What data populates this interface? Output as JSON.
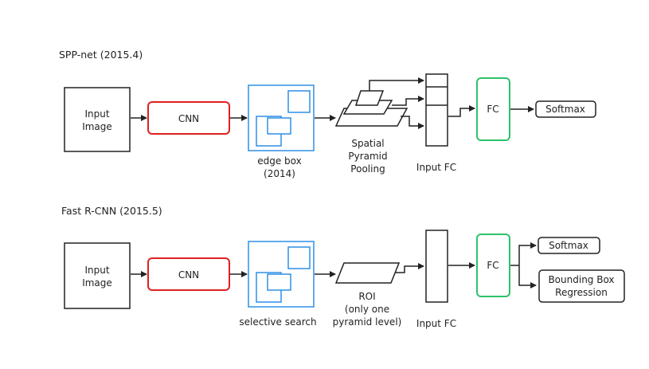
{
  "colors": {
    "cnn_border": "#e02020",
    "region_box_blue": "#2f8fe6",
    "fc_border": "#2ec26a",
    "line": "#222222"
  },
  "spp": {
    "title": "SPP-net (2015.4)",
    "input_label": [
      "Input",
      "Image"
    ],
    "cnn_label": "CNN",
    "proposal_label": [
      "edge box",
      "(2014)"
    ],
    "pooling_label": [
      "Spatial",
      "Pyramid",
      "Pooling"
    ],
    "input_fc_label": "Input FC",
    "fc_label": "FC",
    "softmax_label": "Softmax"
  },
  "fast": {
    "title": "Fast R-CNN (2015.5)",
    "input_label": [
      "Input",
      "Image"
    ],
    "cnn_label": "CNN",
    "proposal_label": "selective search",
    "roi_label": [
      "ROI",
      "(only one",
      "pyramid level)"
    ],
    "input_fc_label": "Input FC",
    "fc_label": "FC",
    "softmax_label": "Softmax",
    "bbox_label": [
      "Bounding Box",
      "Regression"
    ]
  }
}
